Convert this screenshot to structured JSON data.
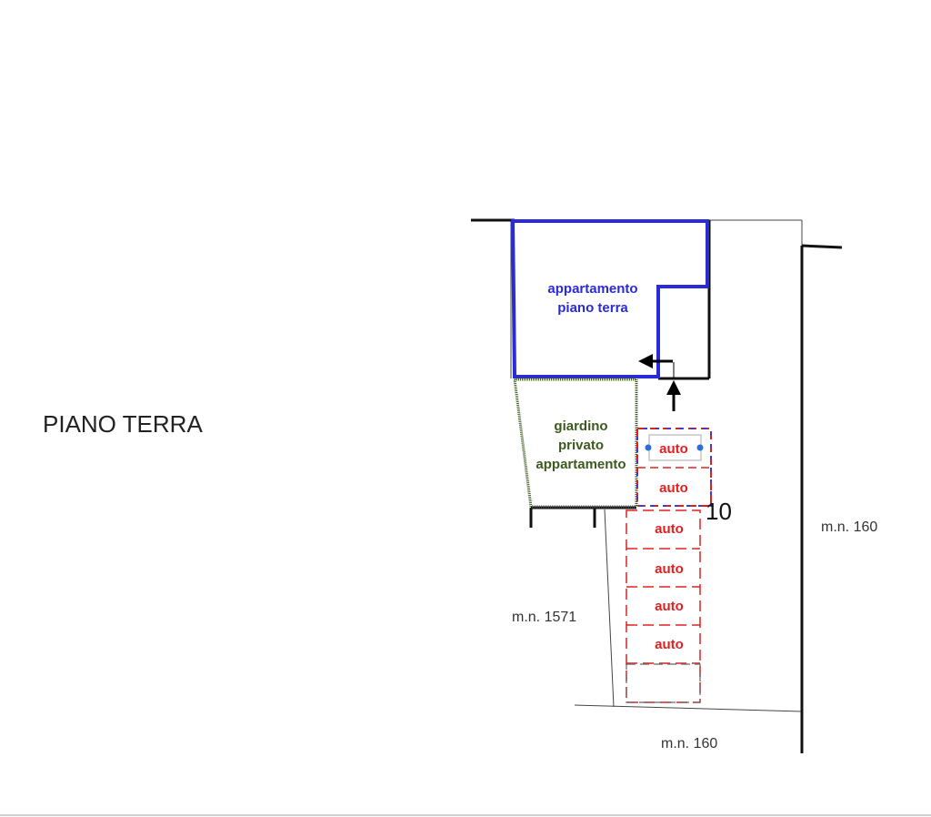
{
  "title": "PIANO TERRA",
  "apartment": {
    "line1": "appartamento",
    "line2": "piano terra"
  },
  "garden": {
    "line1": "giardino",
    "line2": "privato",
    "line3": "appartamento"
  },
  "parking": {
    "labels": [
      "auto",
      "auto",
      "auto",
      "auto",
      "auto",
      "auto"
    ]
  },
  "marker_number": "10",
  "parcels": {
    "east": "m.n. 160",
    "west": "m.n. 1571",
    "south": "m.n. 160"
  },
  "colors": {
    "apartment": "#2a2ad8",
    "garden": "#3d5a1e",
    "parking": "#e02020",
    "private_parking_border": "#3a3ae0",
    "dot": "#2a6fd6",
    "lines": "#111111"
  },
  "icons": [
    "arrow-left-icon",
    "arrow-up-icon"
  ]
}
